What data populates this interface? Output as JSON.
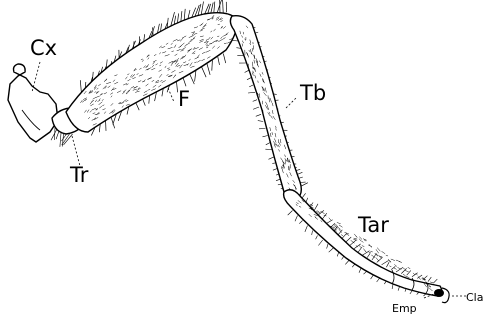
{
  "labels": {
    "coxa": "Cx",
    "trochanter": "Tr",
    "femur": "F",
    "tibia": "Tb",
    "tarsus": "Tar",
    "empodium": "Emp",
    "claw": "Cla"
  },
  "colors": {
    "ink": "#000000",
    "paper": "#ffffff"
  }
}
